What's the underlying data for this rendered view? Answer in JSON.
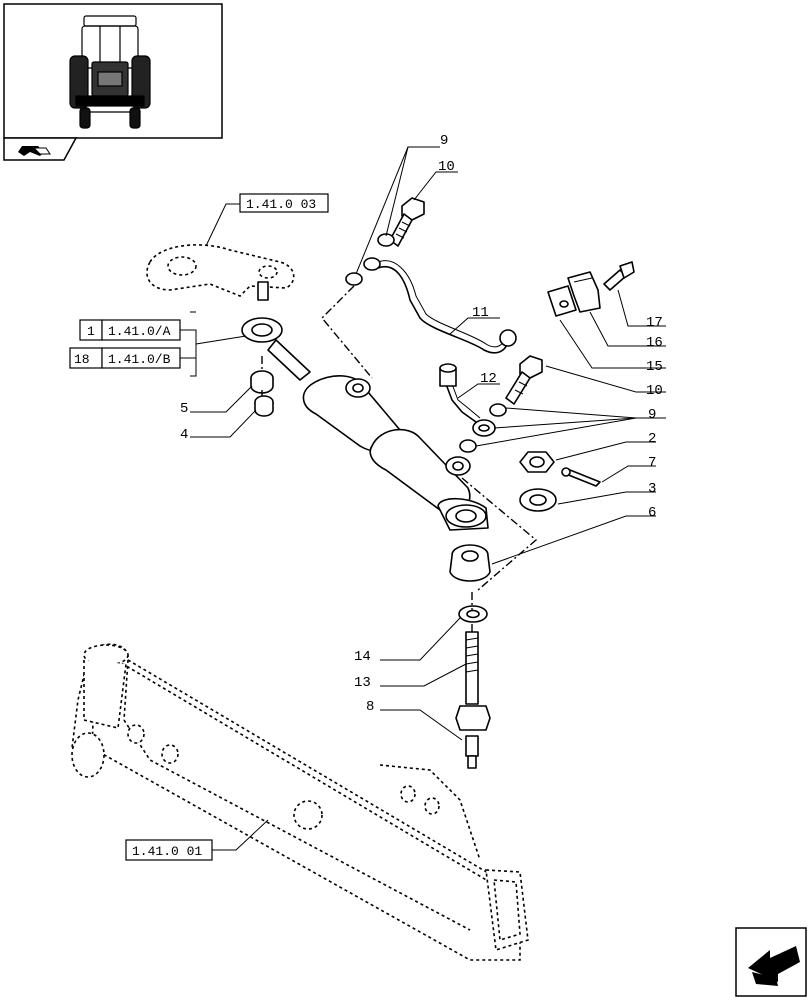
{
  "diagram": {
    "callouts": [
      {
        "id": "9a",
        "text": "9"
      },
      {
        "id": "10a",
        "text": "10"
      },
      {
        "id": "11",
        "text": "11"
      },
      {
        "id": "12",
        "text": "12"
      },
      {
        "id": "17",
        "text": "17"
      },
      {
        "id": "16",
        "text": "16"
      },
      {
        "id": "15",
        "text": "15"
      },
      {
        "id": "10b",
        "text": "10"
      },
      {
        "id": "9b",
        "text": "9"
      },
      {
        "id": "2",
        "text": "2"
      },
      {
        "id": "7",
        "text": "7"
      },
      {
        "id": "3",
        "text": "3"
      },
      {
        "id": "6",
        "text": "6"
      },
      {
        "id": "5",
        "text": "5"
      },
      {
        "id": "4",
        "text": "4"
      },
      {
        "id": "14",
        "text": "14"
      },
      {
        "id": "13",
        "text": "13"
      },
      {
        "id": "8",
        "text": "8"
      }
    ],
    "references": {
      "ref_top": "1.41.0 03",
      "ref_a_num": "1",
      "ref_a": "1.41.0/A",
      "ref_b_num": "18",
      "ref_b": "1.41.0/B",
      "ref_bottom": "1.41.0 01"
    }
  }
}
